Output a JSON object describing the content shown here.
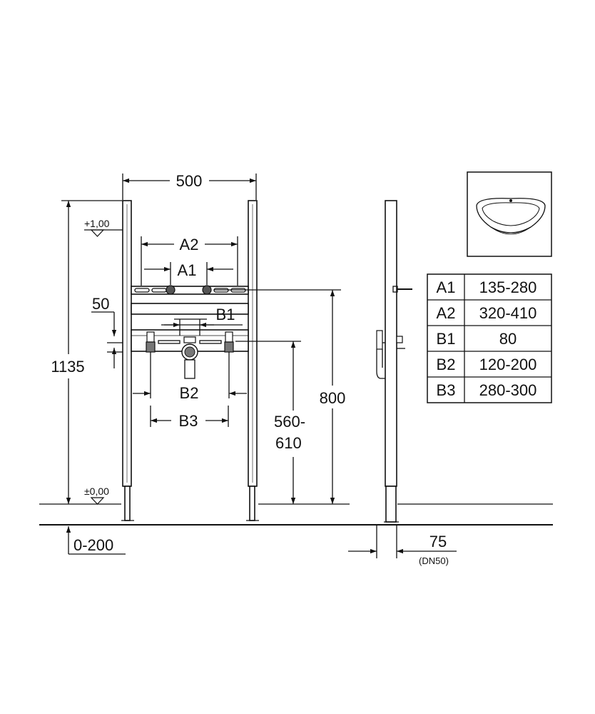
{
  "front_view": {
    "width_dim": "500",
    "height_dim": "1135",
    "level_top": "+1,00",
    "level_bottom": "±0,00",
    "offset_50": "50",
    "a2_label": "A2",
    "a1_label": "A1",
    "b1_label": "B1",
    "b2_label": "B2",
    "b3_label": "B3",
    "height_800": "800",
    "height_560_line1": "560-",
    "height_560_line2": "610",
    "floor_adjust": "0-200"
  },
  "side_view": {
    "depth_dim": "75",
    "pipe_label": "(DN50)"
  },
  "dimension_table": {
    "rows": [
      {
        "key": "A1",
        "value": "135-280"
      },
      {
        "key": "A2",
        "value": "320-410"
      },
      {
        "key": "B1",
        "value": "80"
      },
      {
        "key": "B2",
        "value": "120-200"
      },
      {
        "key": "B3",
        "value": "280-300"
      }
    ]
  },
  "thumbnail": {
    "icon": "washbasin-icon"
  }
}
